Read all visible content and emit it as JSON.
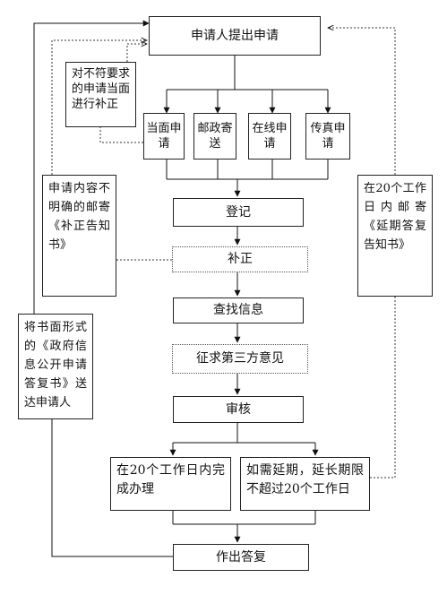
{
  "nodes": {
    "apply": "申请人提出申请",
    "correct_on_site": "对不符要求的申请当面进行补正",
    "channel_in_person": "当面申请",
    "channel_mail": "邮政寄送",
    "channel_online": "在线申请",
    "channel_fax": "传真申请",
    "unclear_notice": "申请内容不明确的邮寄《补正告知书》",
    "register": "登记",
    "correction": "补正",
    "search": "查找信息",
    "third_party": "征求第三方意见",
    "review": "审核",
    "within_20_days": "在20个工作日内完成办理",
    "extension": "如需延期，延长期限不超过20个工作日",
    "reply": "作出答复",
    "extension_notice": "在20个工作日内邮寄《延期答复告知书》",
    "written_reply": "将书面形式的《政府信息公开申请答复书》送达申请人"
  }
}
